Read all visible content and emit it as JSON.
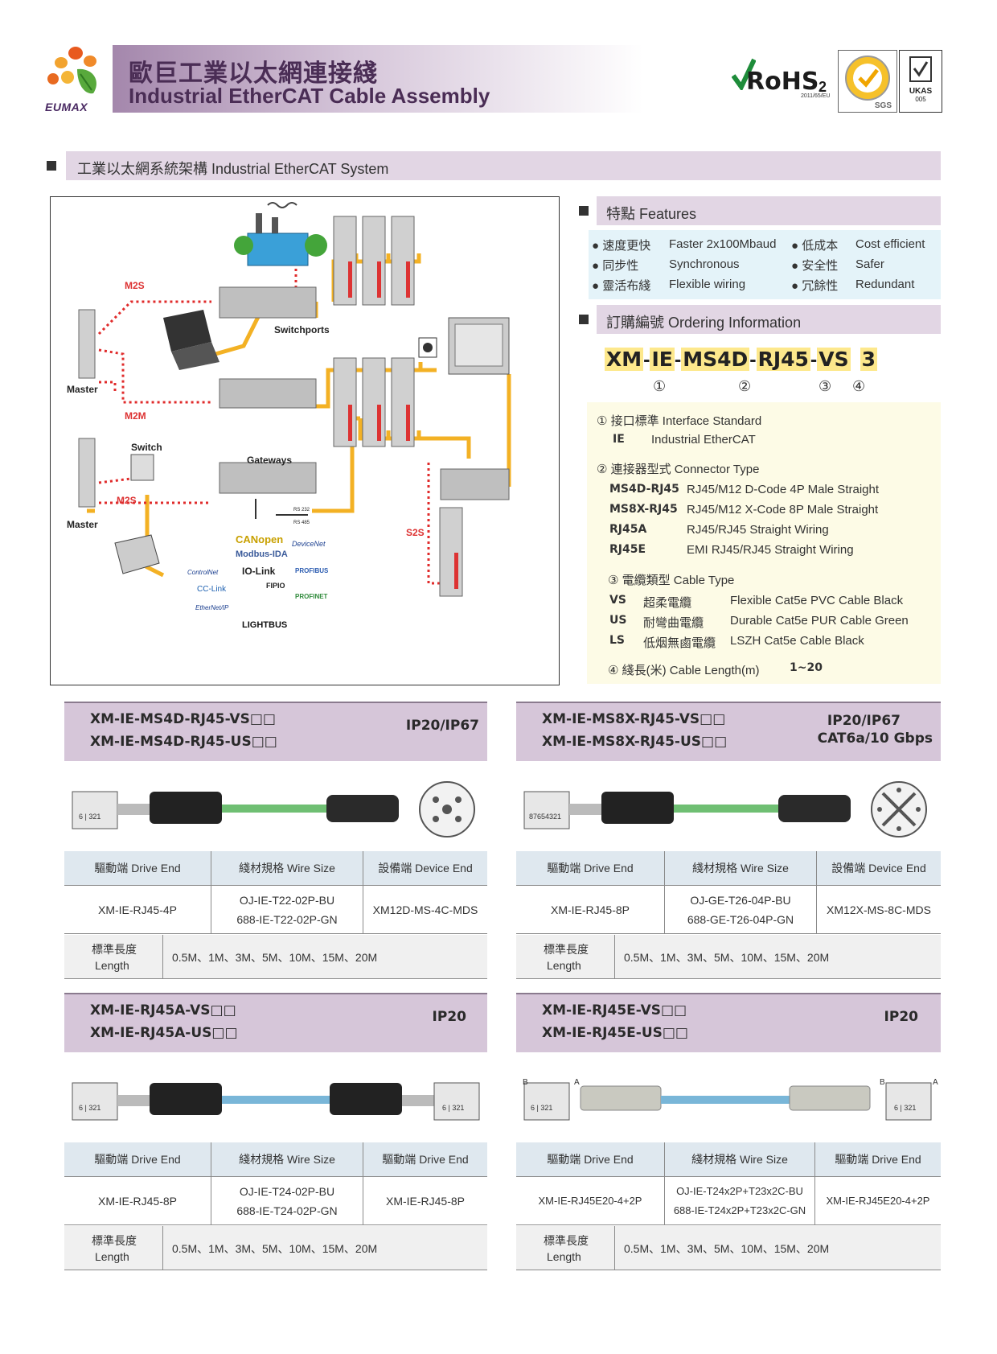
{
  "header": {
    "logo_text": "EUMAX",
    "title_cn": "歐巨工業以太網連接綫",
    "title_en": "Industrial EtherCAT Cable Assembly",
    "rohs": "RoHS",
    "rohs_sub": "2",
    "rohs_year": "2011/65/EU",
    "sgs_label": "SGS",
    "ukas_label": "UKAS",
    "ukas_num": "005"
  },
  "system_section": {
    "title": "工業以太網系統架構  Industrial EtherCAT System"
  },
  "diagram": {
    "labels": {
      "m2s_top": "M2S",
      "switchports": "Switchports",
      "master_top": "Master",
      "m2m": "M2M",
      "switch": "Switch",
      "gateways": "Gateways",
      "m2s_bottom": "M2S",
      "master_bottom": "Master",
      "s2s": "S2S",
      "rs232": "RS 232",
      "rs485": "RS 485"
    },
    "protocols": [
      "CANopen",
      "DeviceNet",
      "Modbus-IDA",
      "ControlNet",
      "IO-Link",
      "PROFIBUS",
      "CC-Link",
      "FIPIO",
      "PROFINET",
      "EtherNet/IP",
      "LIGHTBUS"
    ]
  },
  "features": {
    "title": "特點  Features",
    "items": [
      {
        "cn": "速度更快",
        "en": "Faster 2x100Mbaud"
      },
      {
        "cn": "低成本",
        "en": "Cost efficient"
      },
      {
        "cn": "同步性",
        "en": "Synchronous"
      },
      {
        "cn": "安全性",
        "en": "Safer"
      },
      {
        "cn": "靈活布綫",
        "en": "Flexible wiring"
      },
      {
        "cn": "冗餘性",
        "en": "Redundant"
      }
    ]
  },
  "ordering": {
    "title": "訂購編號 Ordering Information",
    "code_parts": [
      "XM",
      "IE",
      "MS4D",
      "RJ45",
      "VS",
      "3"
    ],
    "sep": "-",
    "circled": [
      "①",
      "②",
      "③",
      "④"
    ],
    "interface_title": "① 接口標準  Interface Standard",
    "interface_key": "IE",
    "interface_val": "Industrial EtherCAT",
    "connector_title": "② 連接器型式  Connector Type",
    "connectors": [
      {
        "key": "MS4D-RJ45",
        "val": "RJ45/M12 D-Code 4P Male Straight"
      },
      {
        "key": "MS8X-RJ45",
        "val": "RJ45/M12 X-Code 8P Male Straight"
      },
      {
        "key": "RJ45A",
        "val": "RJ45/RJ45 Straight Wiring"
      },
      {
        "key": "RJ45E",
        "val": "EMI RJ45/RJ45 Straight Wiring"
      }
    ],
    "cable_title": "③ 電纜類型  Cable Type",
    "cables": [
      {
        "key": "VS",
        "cn": "超柔電纜",
        "val": "Flexible Cat5e PVC Cable Black"
      },
      {
        "key": "US",
        "cn": "耐彎曲電纜",
        "val": "Durable Cat5e PUR Cable Green"
      },
      {
        "key": "LS",
        "cn": "低烟無鹵電纜",
        "val": "LSZH Cat5e Cable Black"
      }
    ],
    "length_title": "④ 綫長(米)  Cable Length(m)",
    "length_val": "1~20"
  },
  "products": [
    {
      "line1": "XM-IE-MS4D-RJ45-VS□□",
      "line2": "XM-IE-MS4D-RJ45-US□□",
      "rating1": "IP20/IP67",
      "rating2": "",
      "cable_color": "#6fbf73",
      "pin_label": "6 | 321",
      "col1_head": "驅動端  Drive End",
      "col2_head": "綫材規格  Wire Size",
      "col3_head": "設備端  Device End",
      "col1": "XM-IE-RJ45-4P",
      "col2a": "OJ-IE-T22-02P-BU",
      "col2b": "688-IE-T22-02P-GN",
      "col3": "XM12D-MS-4C-MDS",
      "len_head_cn": "標準長度",
      "len_head_en": "Length",
      "lengths": "0.5M、1M、3M、5M、10M、15M、20M"
    },
    {
      "line1": "XM-IE-MS8X-RJ45-VS□□",
      "line2": "XM-IE-MS8X-RJ45-US□□",
      "rating1": "IP20/IP67",
      "rating2": "CAT6a/10 Gbps",
      "cable_color": "#6fbf73",
      "pin_label": "87654321",
      "col1_head": "驅動端  Drive End",
      "col2_head": "綫材規格  Wire Size",
      "col3_head": "設備端  Device End",
      "col1": "XM-IE-RJ45-8P",
      "col2a": "OJ-GE-T26-04P-BU",
      "col2b": "688-GE-T26-04P-GN",
      "col3": "XM12X-MS-8C-MDS",
      "len_head_cn": "標準長度",
      "len_head_en": "Length",
      "lengths": "0.5M、1M、3M、5M、10M、15M、20M"
    },
    {
      "line1": "XM-IE-RJ45A-VS□□",
      "line2": "XM-IE-RJ45A-US□□",
      "rating1": "IP20",
      "rating2": "",
      "cable_color": "#79b6d8",
      "pin_label": "6 | 321",
      "col1_head": "驅動端  Drive End",
      "col2_head": "綫材規格  Wire Size",
      "col3_head": "驅動端  Drive End",
      "col1": "XM-IE-RJ45-8P",
      "col2a": "OJ-IE-T24-02P-BU",
      "col2b": "688-IE-T24-02P-GN",
      "col3": "XM-IE-RJ45-8P",
      "len_head_cn": "標準長度",
      "len_head_en": "Length",
      "lengths": "0.5M、1M、3M、5M、10M、15M、20M"
    },
    {
      "line1": "XM-IE-RJ45E-VS□□",
      "line2": "XM-IE-RJ45E-US□□",
      "rating1": "IP20",
      "rating2": "",
      "cable_color": "#79b6d8",
      "pin_label": "6 | 321",
      "label_b": "B",
      "label_a": "A",
      "col1_head": "驅動端  Drive End",
      "col2_head": "綫材規格  Wire Size",
      "col3_head": "驅動端  Drive End",
      "col1": "XM-IE-RJ45E20-4+2P",
      "col2a": "OJ-IE-T24x2P+T23x2C-BU",
      "col2b": "688-IE-T24x2P+T23x2C-GN",
      "col3": "XM-IE-RJ45E20-4+2P",
      "len_head_cn": "標準長度",
      "len_head_en": "Length",
      "lengths": "0.5M、1M、3M、5M、10M、15M、20M"
    }
  ]
}
